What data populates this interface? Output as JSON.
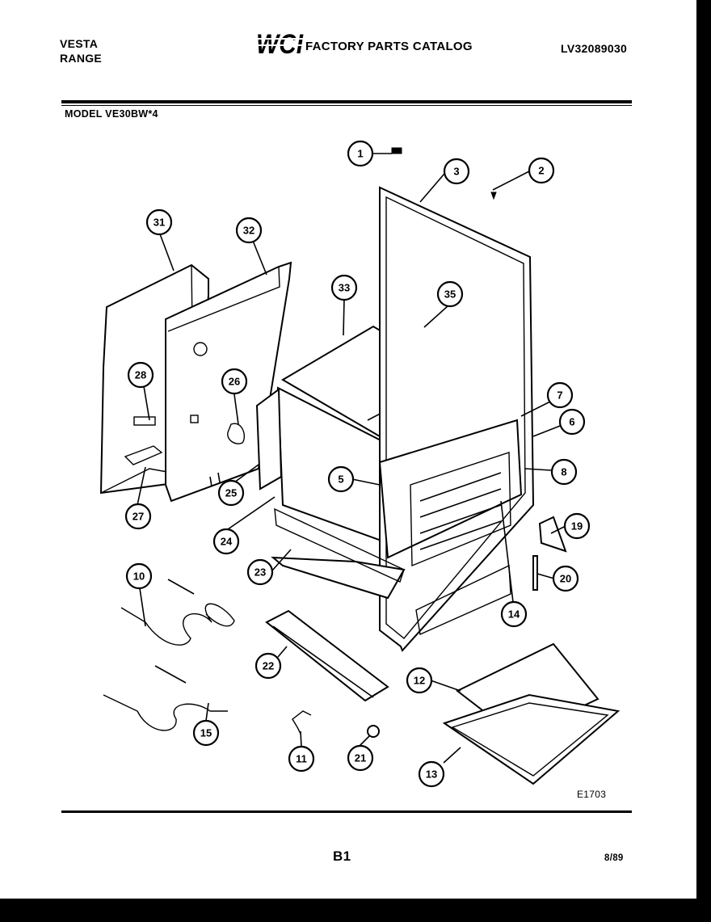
{
  "header": {
    "brand_line1": "VESTA",
    "brand_line2": "RANGE",
    "logo_text": "WCI",
    "catalog_title": "FACTORY PARTS CATALOG",
    "document_number": "LV32089030"
  },
  "model_label": "MODEL VE30BW*4",
  "figure_code": "E1703",
  "footer": {
    "page_label": "B1",
    "date": "8/89"
  },
  "callouts": [
    "1",
    "2",
    "3",
    "5",
    "6",
    "7",
    "8",
    "10",
    "11",
    "12",
    "13",
    "14",
    "15",
    "19",
    "20",
    "21",
    "22",
    "23",
    "24",
    "25",
    "26",
    "27",
    "28",
    "31",
    "32",
    "33",
    "35"
  ]
}
